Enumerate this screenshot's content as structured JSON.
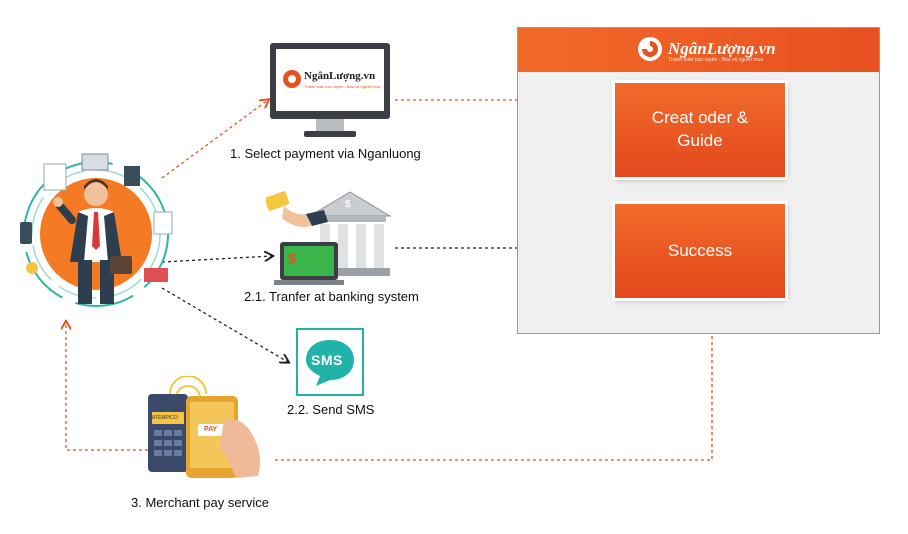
{
  "steps": {
    "select_payment": "1. Select payment via Nganluong",
    "bank_transfer": "2.1. Tranfer at banking system",
    "send_sms": "2.2. Send SMS",
    "merchant_pay": "3. Merchant pay service"
  },
  "panel": {
    "brand_name": "NgânLượng.vn",
    "brand_tagline": "Thanh toán trực tuyến - Bảo vệ người mua",
    "box_create": "Creat oder & Guide",
    "box_success": "Success"
  },
  "monitor": {
    "brand_name": "NgânLượng.vn",
    "brand_tagline": "Thanh toán trực tuyến - Bảo vệ người mua"
  },
  "sms_icon": {
    "label": "SMS"
  },
  "card_reader": {
    "screen_text": "ATEMPICO",
    "pay_label": "PAY"
  },
  "bank": {
    "symbol": "$"
  },
  "laptop": {
    "symbol": "$"
  },
  "colors": {
    "accent": "#f26a2a",
    "accent_dark": "#e2481c",
    "panel_bg": "#f0f0f0",
    "sms_teal": "#1fb3a9"
  }
}
